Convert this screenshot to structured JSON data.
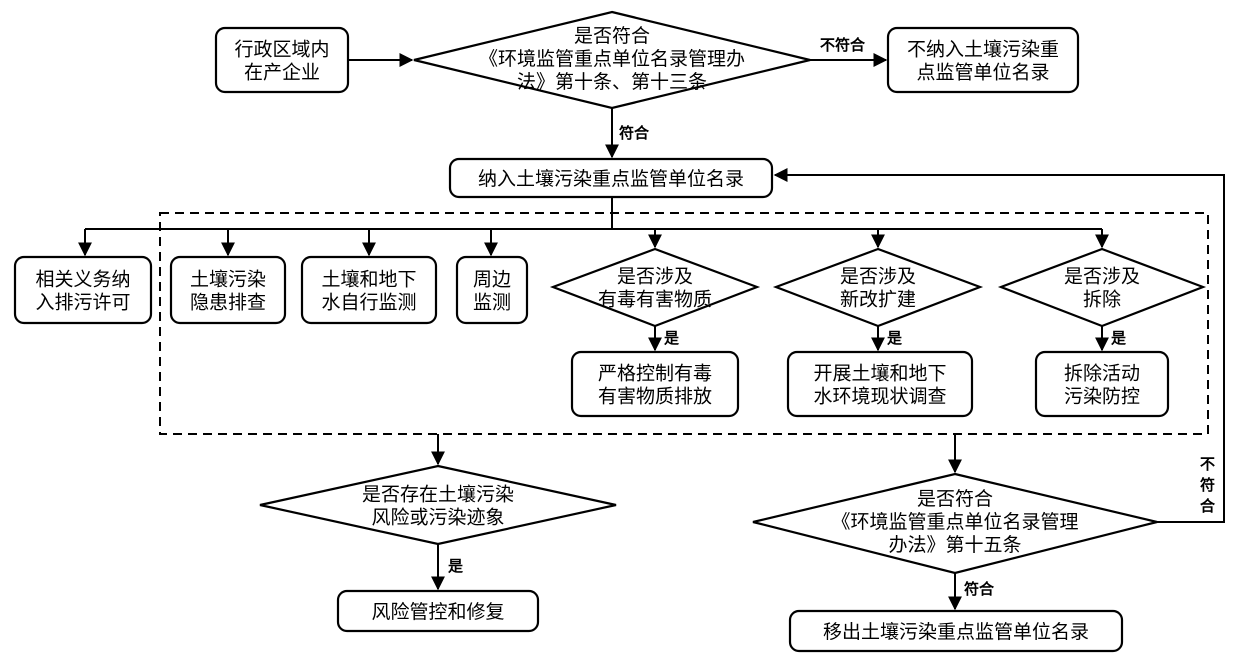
{
  "nodes": {
    "start": [
      "行政区域内",
      "在产企业"
    ],
    "check_10_13": [
      "是否符合",
      "《环境监管重点单位名录管理办",
      "法》第十条、第十三条"
    ],
    "exclude": [
      "不纳入土壤污染重",
      "点监管单位名录"
    ],
    "include": [
      "纳入土壤污染重点监管单位名录"
    ],
    "permit": [
      "相关义务纳",
      "入排污许可"
    ],
    "hazard_check": [
      "土壤污染",
      "隐患排查"
    ],
    "self_monitor": [
      "土壤和地下",
      "水自行监测"
    ],
    "perimeter": [
      "周边",
      "监测"
    ],
    "toxic_q": [
      "是否涉及",
      "有毒有害物质"
    ],
    "new_build_q": [
      "是否涉及",
      "新改扩建"
    ],
    "demolish_q": [
      "是否涉及",
      "拆除"
    ],
    "toxic_ctrl": [
      "严格控制有毒",
      "有害物质排放"
    ],
    "survey": [
      "开展土壤和地下",
      "水环境现状调查"
    ],
    "demolish_ctrl": [
      "拆除活动",
      "污染防控"
    ],
    "risk_q": [
      "是否存在土壤污染",
      "风险或污染迹象"
    ],
    "check_15": [
      "是否符合",
      "《环境监管重点单位名录管理",
      "办法》第十五条"
    ],
    "remediate": [
      "风险管控和修复"
    ],
    "remove": [
      "移出土壤污染重点监管单位名录"
    ]
  },
  "labels": {
    "not_comply": "不符合",
    "comply": "符合",
    "yes": "是",
    "not_comply_v1": "不",
    "not_comply_v2": "符",
    "not_comply_v3": "合"
  }
}
